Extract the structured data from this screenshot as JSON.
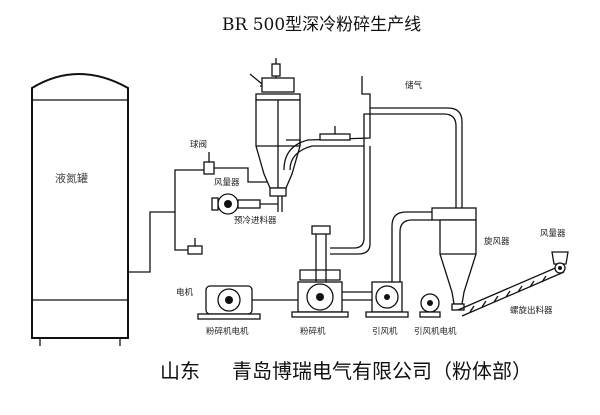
{
  "title": "BR 500型深冷粉碎生产线",
  "footer": {
    "left": "山东",
    "company": "青岛博瑞电气有限公司（粉体部）"
  },
  "labels": {
    "tank": "液氮罐",
    "valve_top": "球阀",
    "feeder_left": "风量器",
    "precool_bin": "预冷进料器",
    "pipe_top_right": "储气",
    "cyclone": "旋风器",
    "feeder_right": "风量器",
    "screw_conveyor": "螺旋出料器",
    "motor_label": "电机",
    "crusher_motor": "粉碎机电机",
    "crusher": "粉碎机",
    "fan": "引风机",
    "fan_motor": "引风机电机"
  }
}
